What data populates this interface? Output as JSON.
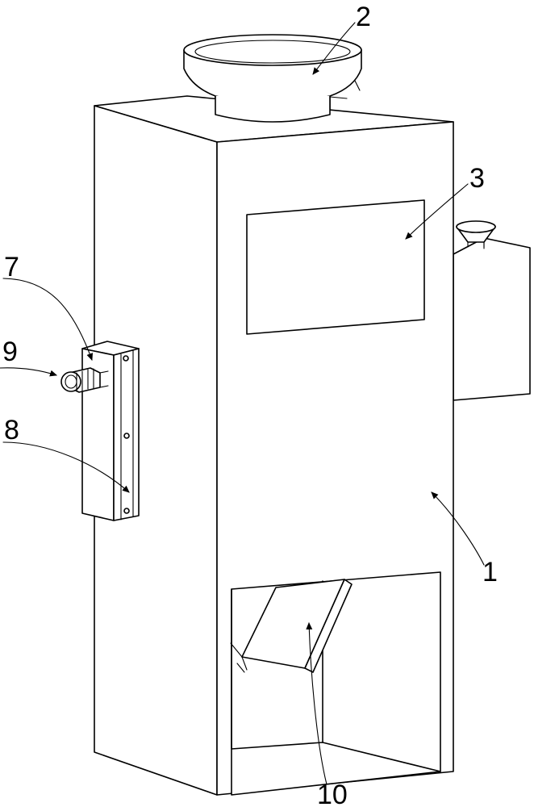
{
  "callouts": {
    "c1": "1",
    "c2": "2",
    "c3": "3",
    "c7": "7",
    "c8": "8",
    "c9": "9",
    "c10": "10"
  }
}
